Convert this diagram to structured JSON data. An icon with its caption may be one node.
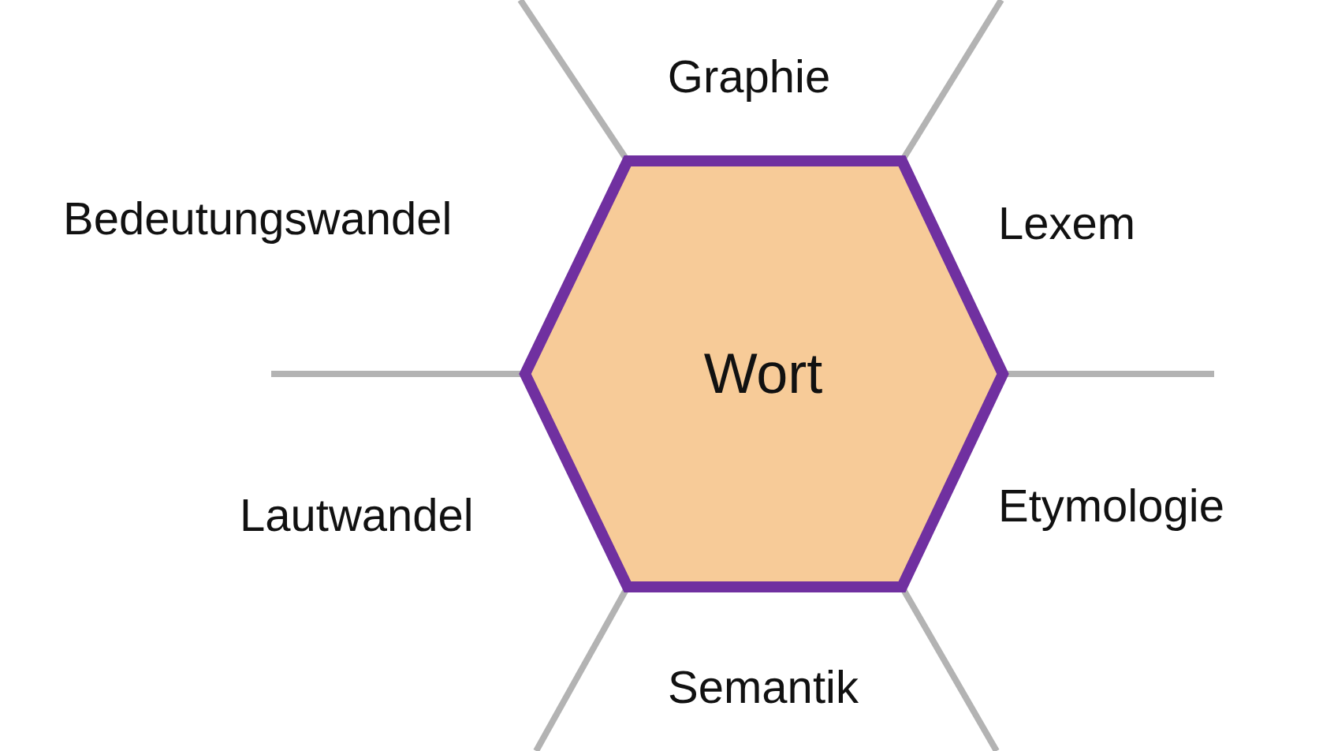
{
  "diagram": {
    "nodes": [
      {
        "text": [
          "Wort"
        ]
      }
    ],
    "labels": [
      "Graphie",
      "Bedeutungswandel",
      "Lexem",
      "Lautwandel",
      "Etymologie",
      "Semantik"
    ]
  }
}
